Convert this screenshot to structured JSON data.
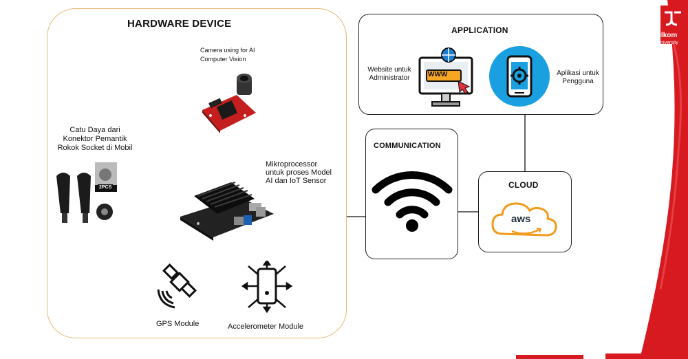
{
  "hardware": {
    "title": "HARDWARE DEVICE",
    "camera_label": "Camera using for AI Computer Vision",
    "power_label": "Catu Daya dari Konektor Pemantik Rokok Socket di Mobil",
    "power_badge": "2PCS",
    "mcu_label": "Mikroprocessor untuk proses Model AI dan IoT Sensor",
    "gps_label": "GPS Module",
    "accel_label": "Accelerometer Module"
  },
  "application": {
    "title": "APPLICATION",
    "website_label": "Website untuk Administrator",
    "website_badge": "WWW",
    "app_label": "Aplikasi untuk Pengguna"
  },
  "communication": {
    "title": "COMMUNICATION"
  },
  "cloud": {
    "title": "CLOUD",
    "provider": "aws"
  },
  "branding": {
    "name": "Telkom",
    "sub": "University"
  },
  "colors": {
    "hw_border": "#e9b877",
    "brand_red": "#d71920",
    "app_blue": "#1aa0e0",
    "aws_orange": "#f29a1b"
  }
}
